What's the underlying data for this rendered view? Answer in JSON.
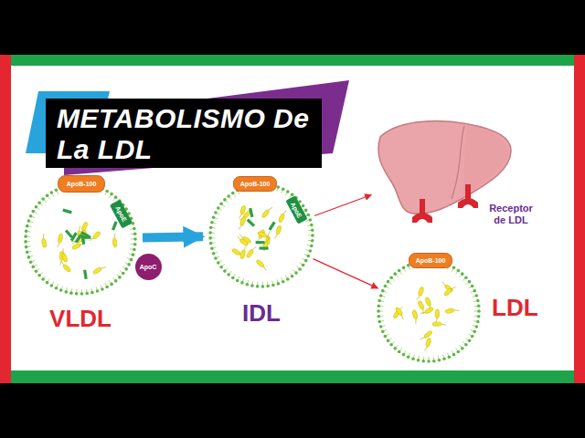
{
  "diagram": {
    "title": "METABOLISMO De La LDL",
    "nodes": [
      {
        "text": [
          "VLDL"
        ]
      },
      {
        "text": [
          "ApoB-100"
        ],
        "in": 0
      },
      {
        "text": [
          "ApoE"
        ],
        "in": 0
      },
      {
        "text": [
          "ApoC"
        ],
        "in": 0
      },
      {
        "text": [
          "IDL"
        ]
      },
      {
        "text": [
          "ApoB-100"
        ],
        "in": 4
      },
      {
        "text": [
          "ApoE"
        ],
        "in": 4
      },
      {
        "text": [
          "Receptor de LDL"
        ]
      },
      {
        "text": [
          "LDL"
        ]
      },
      {
        "text": [
          "ApoB-100"
        ],
        "in": 8
      }
    ],
    "edges": [
      {
        "from": 0,
        "to": 4,
        "arrow": "to"
      },
      {
        "from": 4,
        "to": 7,
        "arrow": "to"
      },
      {
        "from": 4,
        "to": 8,
        "arrow": "to"
      }
    ]
  }
}
